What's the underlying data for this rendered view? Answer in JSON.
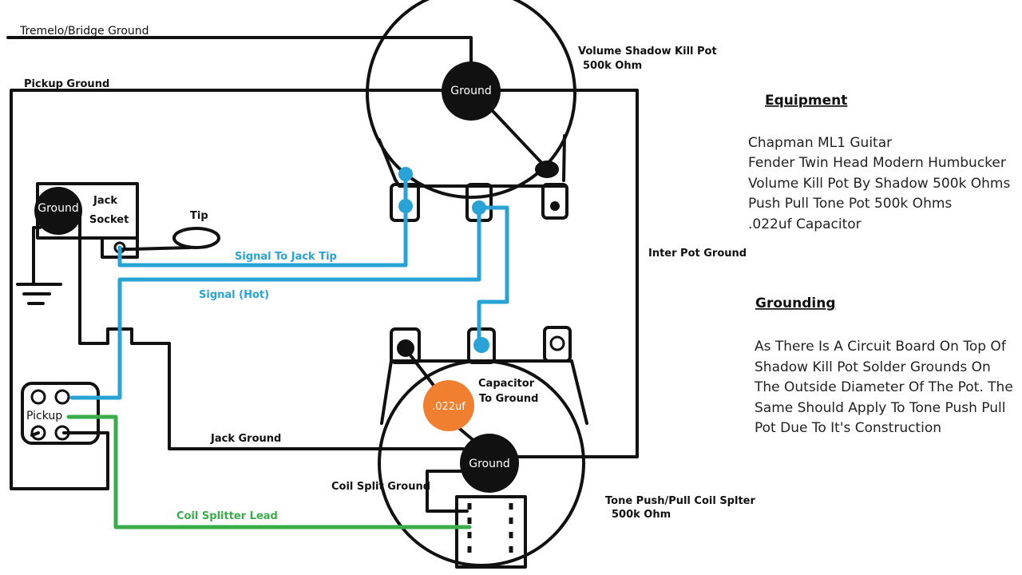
{
  "colors": {
    "wire_ground": "#111111",
    "wire_signal": "#29a3d6",
    "wire_coil": "#3aac4a",
    "capacitor": "#f08030"
  },
  "labels": {
    "tremelo_bridge_ground": "Tremelo/Bridge Ground",
    "pickup_ground": "Pickup Ground",
    "volume_pot_line1": "Volume Shadow Kill Pot",
    "volume_pot_line2": "500k Ohm",
    "ground": "Ground",
    "jack_line1": "Jack",
    "jack_line2": "Socket",
    "tip": "Tip",
    "signal_to_jack_tip": "Signal To Jack Tip",
    "signal_hot": "Signal (Hot)",
    "inter_pot_ground": "Inter Pot Ground",
    "capacitor_value": ".022uf",
    "capacitor_to_ground_line1": "Capacitor",
    "capacitor_to_ground_line2": "To Ground",
    "pickup": "Pickup",
    "jack_ground": "Jack Ground",
    "coil_split_ground": "Coil Split Ground",
    "coil_splitter_lead": "Coil Splitter Lead",
    "tone_pot_line1": "Tone Push/Pull Coil Splter",
    "tone_pot_line2": "500k Ohm"
  },
  "equipment": {
    "heading": "Equipment",
    "items": [
      "Chapman ML1 Guitar",
      "Fender Twin Head Modern Humbucker",
      "Volume Kill Pot By Shadow 500k Ohms",
      "Push Pull Tone Pot 500k Ohms",
      ".022uf Capacitor"
    ]
  },
  "grounding": {
    "heading": "Grounding",
    "lines": [
      "As There Is A Circuit Board On Top Of",
      "Shadow Kill Pot Solder Grounds On",
      "The Outside Diameter Of The Pot. The",
      "Same Should Apply To Tone Push Pull",
      "Pot Due To It's Construction"
    ]
  }
}
